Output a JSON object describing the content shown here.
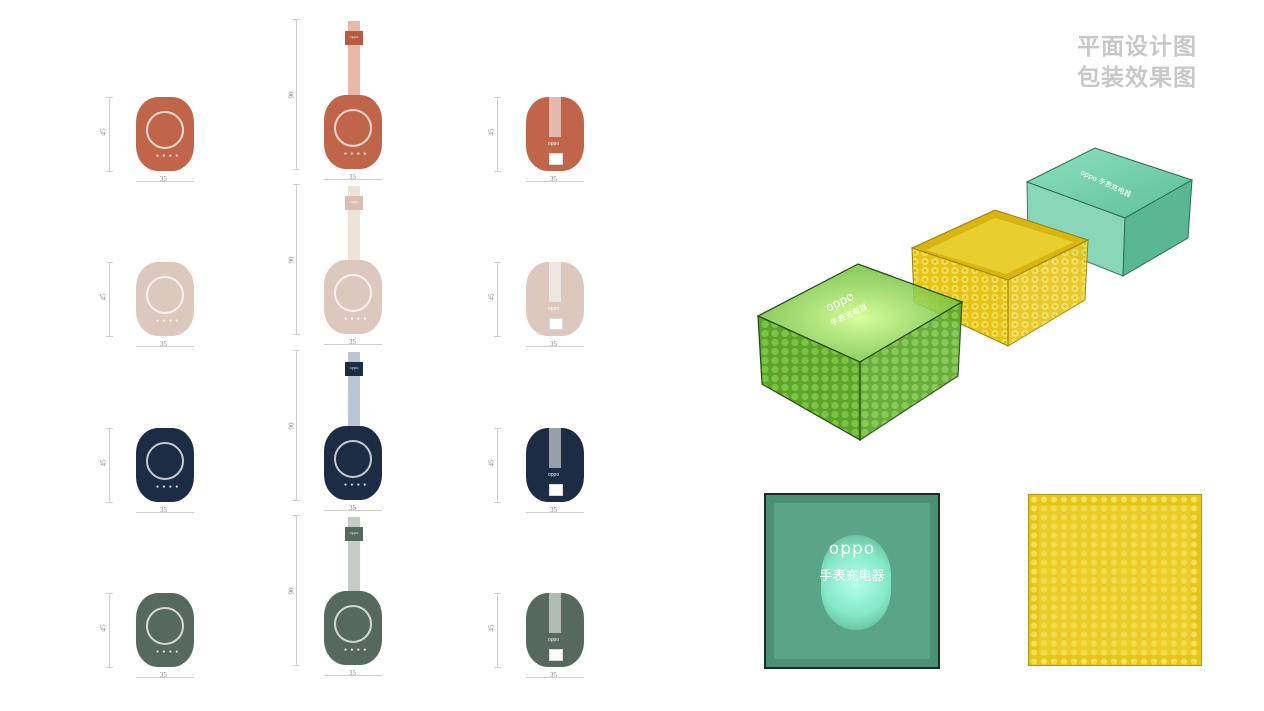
{
  "title": {
    "line1": "平面设计图",
    "line2": "包装效果图"
  },
  "dims": {
    "height_short": "45",
    "height_long": "90",
    "width": "35"
  },
  "brand": "oppo",
  "product_name": "手表充电器",
  "colorways": [
    {
      "name": "terracotta",
      "body": "#c0654a",
      "strap": "#e8b9a8",
      "tag": "#b85a40"
    },
    {
      "name": "sand",
      "body": "#dcc8bd",
      "strap": "#ece4d6",
      "tag": "#d9bfb2"
    },
    {
      "name": "navy",
      "body": "#1b2c44",
      "strap": "#b9c5d1",
      "tag": "#1b2c44"
    },
    {
      "name": "sage",
      "body": "#56695e",
      "strap": "#c5ccc6",
      "tag": "#56695e"
    }
  ],
  "box_colors": {
    "green": "#6fbf3a",
    "yellow": "#e8cc1f",
    "teal": "#6ccaa7",
    "top_view": "#4f9a82"
  }
}
